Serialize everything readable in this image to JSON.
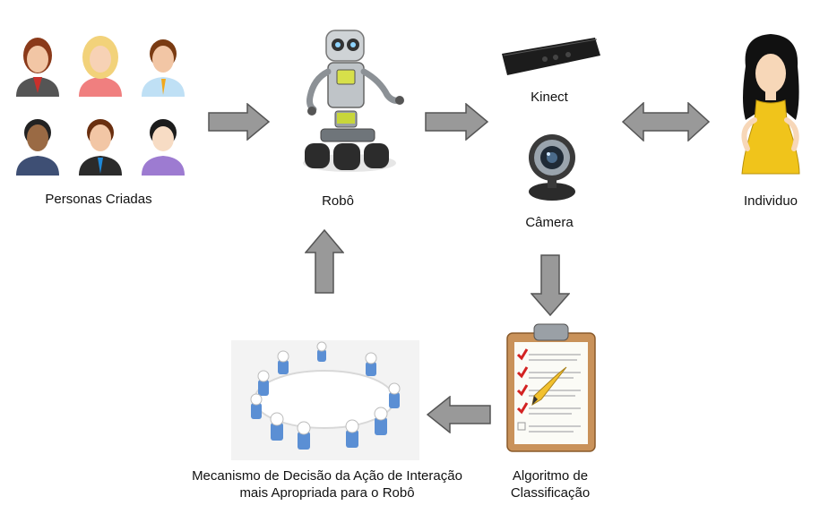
{
  "diagram": {
    "nodes": {
      "personas": {
        "label": "Personas Criadas"
      },
      "robot": {
        "label": "Robô"
      },
      "kinect": {
        "label": "Kinect"
      },
      "camera": {
        "label": "Câmera"
      },
      "individual": {
        "label": "Individuo"
      },
      "classification": {
        "label": "Algoritmo de Classificação"
      },
      "decision": {
        "label": "Mecanismo de Decisão da Ação de Interação mais Apropriada para o Robô"
      }
    },
    "icons": {
      "personas": "people-avatars-icon",
      "robot": "robot-icon",
      "kinect": "kinect-sensor-icon",
      "camera": "webcam-icon",
      "individual": "woman-avatar-icon",
      "classification": "clipboard-checklist-icon",
      "decision": "meeting-table-icon"
    },
    "colors": {
      "arrow_fill": "#999999",
      "arrow_stroke": "#555555"
    }
  }
}
